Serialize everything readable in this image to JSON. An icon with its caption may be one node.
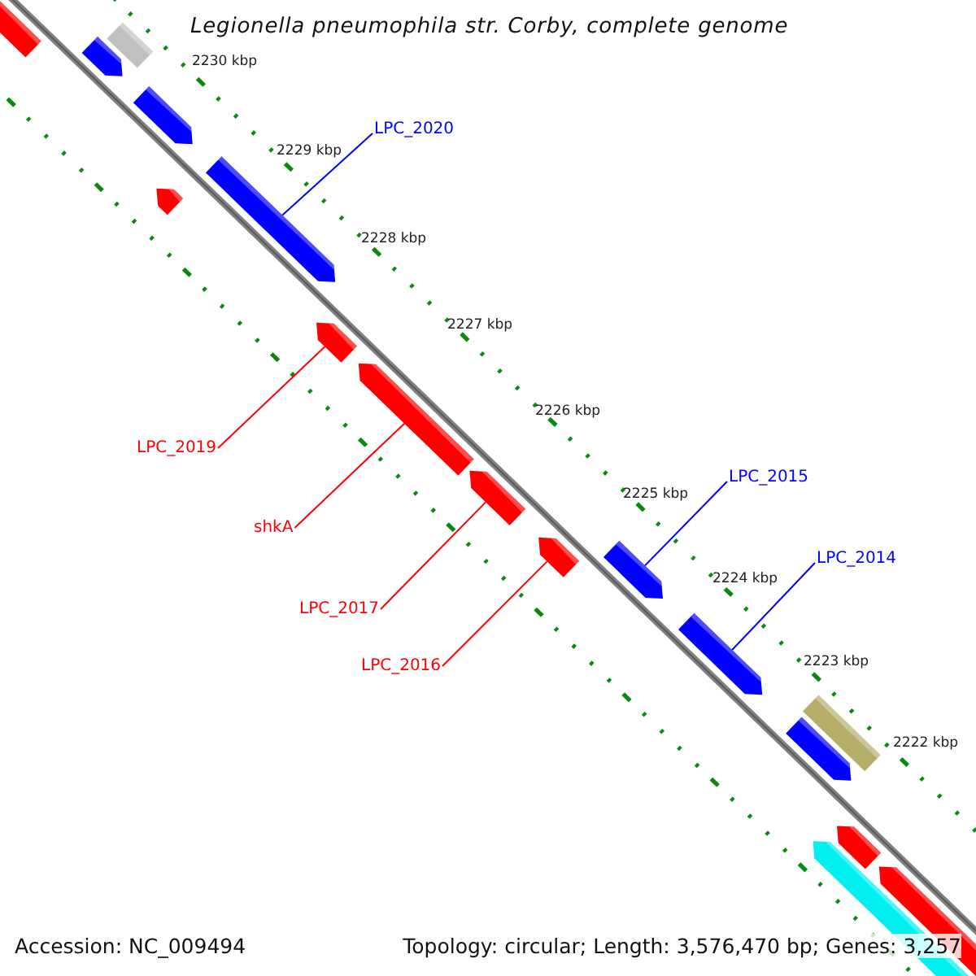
{
  "diagram": {
    "title": "Legionella pneumophila str. Corby, complete genome",
    "nodes": [
      {
        "text": [
          "LPC_2020"
        ]
      },
      {
        "text": [
          "LPC_2019"
        ]
      },
      {
        "text": [
          "LPC_2015"
        ]
      },
      {
        "text": [
          "shkA"
        ]
      },
      {
        "text": [
          "LPC_2014"
        ]
      },
      {
        "text": [
          "LPC_2017"
        ]
      },
      {
        "text": [
          "LPC_2016"
        ]
      },
      {
        "text": [],
        "shape": "pentagon"
      },
      {
        "text": [],
        "shape": "pentagon"
      },
      {
        "text": [],
        "shape": "bar"
      },
      {
        "text": [],
        "shape": "pentagon"
      },
      {
        "text": [],
        "shape": "pentagon"
      },
      {
        "text": [],
        "shape": "pentagon"
      },
      {
        "text": [],
        "shape": "pentagon"
      },
      {
        "text": [],
        "shape": "pentagon"
      },
      {
        "text": [],
        "shape": "pentagon"
      },
      {
        "text": [],
        "shape": "pentagon"
      },
      {
        "text": [],
        "shape": "pentagon"
      },
      {
        "text": [],
        "shape": "pentagon"
      },
      {
        "text": [],
        "shape": "bar"
      },
      {
        "text": [],
        "shape": "pentagon"
      },
      {
        "text": [],
        "shape": "pentagon"
      },
      {
        "text": [],
        "shape": "pentagon"
      },
      {
        "text": [],
        "shape": "pentagon"
      }
    ],
    "edges": [
      {
        "from": 0,
        "to": 12,
        "arrow": "none",
        "color": "#0000ff"
      },
      {
        "from": 1,
        "to": 13,
        "arrow": "none"
      },
      {
        "from": 2,
        "to": 17,
        "arrow": "none",
        "color": "#0000ff"
      },
      {
        "from": 3,
        "to": 14,
        "arrow": "none"
      },
      {
        "from": 4,
        "to": 18,
        "arrow": "none",
        "color": "#0000ff"
      },
      {
        "from": 5,
        "to": 15,
        "arrow": "none"
      },
      {
        "from": 6,
        "to": 16,
        "arrow": "none"
      }
    ],
    "labels": [
      "2230 kbp",
      "2229 kbp",
      "2228 kbp",
      "2227 kbp",
      "2226 kbp",
      "2225 kbp",
      "2224 kbp",
      "2223 kbp",
      "2222 kbp",
      "Accession: NC_009494",
      "Topology: circular; Length: 3,576,470 bp; Genes: 3,257"
    ]
  }
}
